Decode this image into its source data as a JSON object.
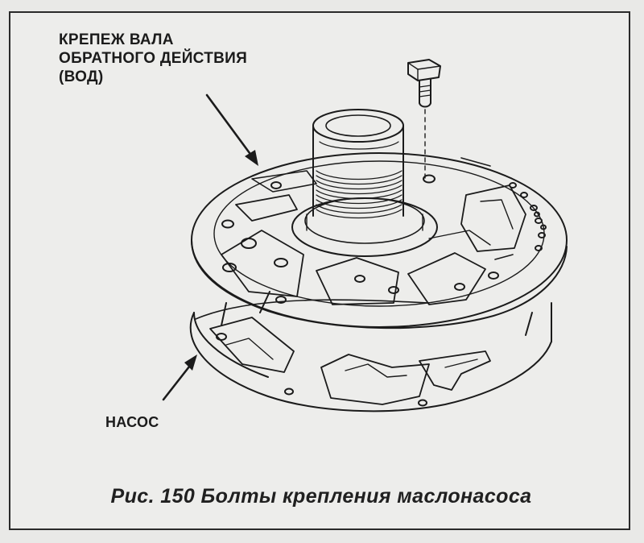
{
  "labels": {
    "shaft_line1": "КРЕПЕЖ ВАЛА",
    "shaft_line2": "ОБРАТНОГО ДЕЙСТВИЯ",
    "shaft_line3": "(ВОД)",
    "pump": "НАСОС"
  },
  "caption": "Рис. 150 Болты крепления маслонасоса",
  "colors": {
    "ink": "#1b1b1b",
    "paper": "#ededeb"
  }
}
